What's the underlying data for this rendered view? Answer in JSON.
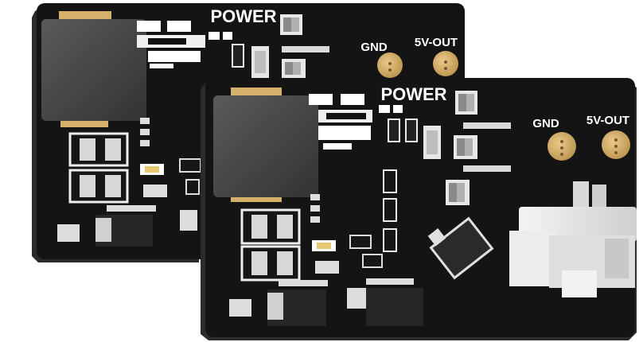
{
  "boards": [
    {
      "title": "POWER",
      "pads": [
        "GND",
        "5V-OUT"
      ]
    },
    {
      "title": "POWER",
      "pads": [
        "GND",
        "5V-OUT"
      ]
    }
  ],
  "colors": {
    "pcb": "#141414",
    "pcb_edge": "#2b2b2b",
    "silkscreen": "#ffffff",
    "gold_pad": "#d4b06a",
    "inductor": "#4a4a4a",
    "connector": "#e8e8e8"
  }
}
